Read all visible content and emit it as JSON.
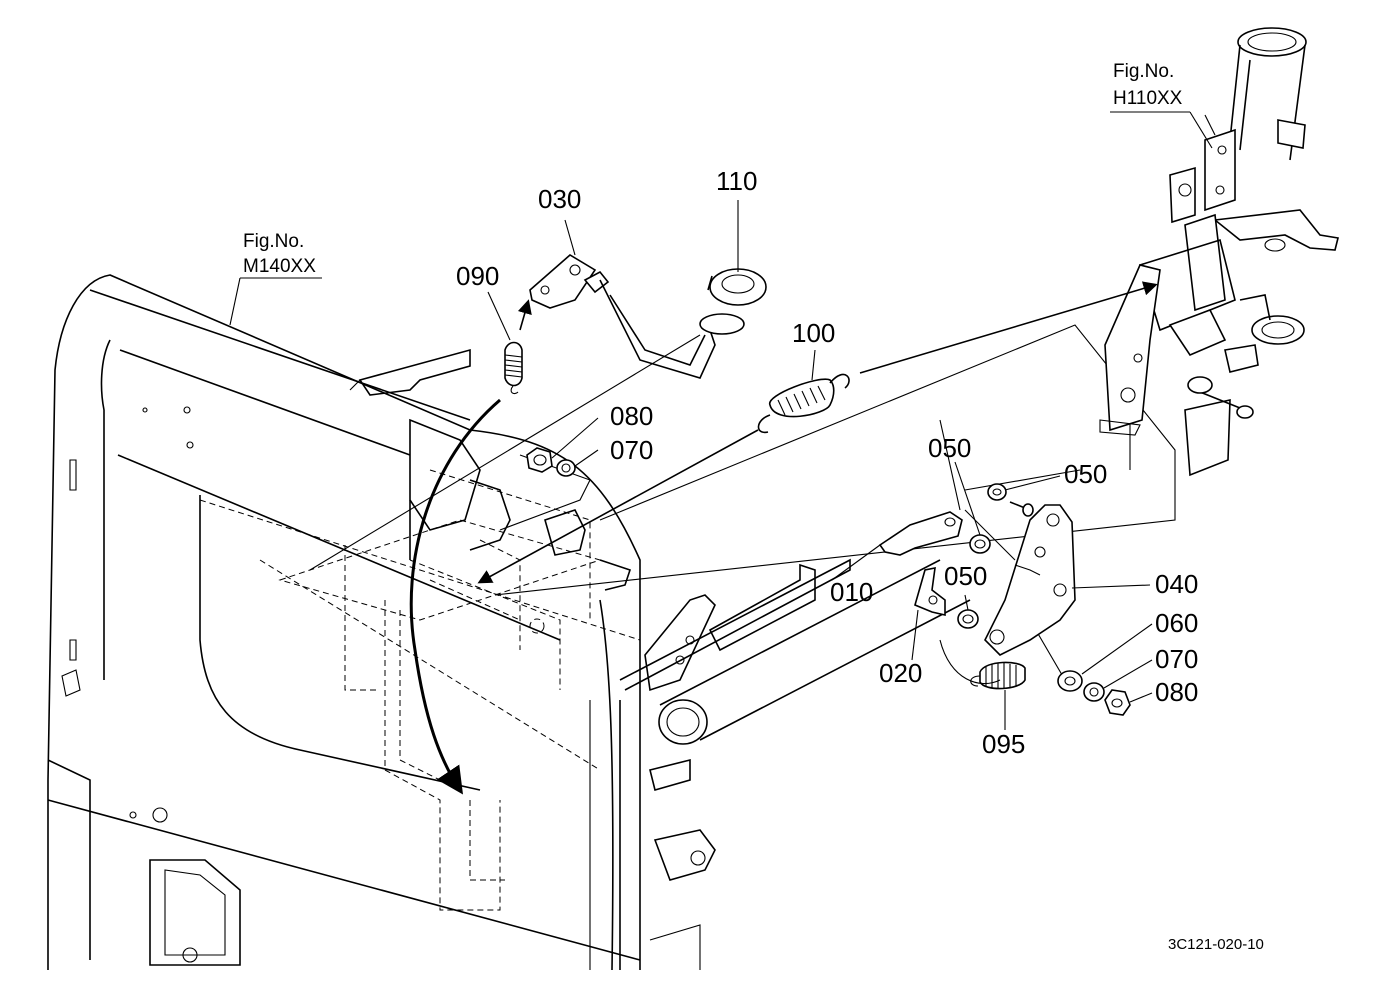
{
  "drawing_code": "3C121-020-10",
  "fig_refs": [
    {
      "id": "m140",
      "prefix": "Fig.No.",
      "number": "M140XX"
    },
    {
      "id": "h110",
      "prefix": "Fig.No.",
      "number": "H110XX"
    }
  ],
  "callouts": {
    "c030": "030",
    "c110": "110",
    "c090": "090",
    "c100": "100",
    "c080a": "080",
    "c070a": "070",
    "c050a": "050",
    "c050b": "050",
    "c050c": "050",
    "c010": "010",
    "c020": "020",
    "c040": "040",
    "c060": "060",
    "c070b": "070",
    "c080b": "080",
    "c095": "095"
  }
}
